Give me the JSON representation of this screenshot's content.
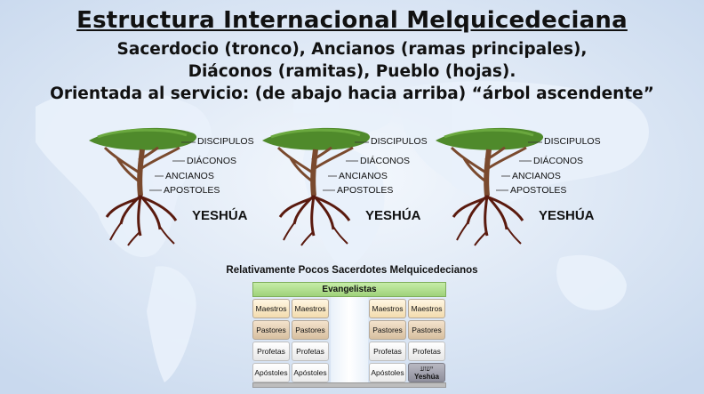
{
  "title": "Estructura Internacional Melquicedeciana",
  "subtitle_lines": [
    "Sacerdocio (tronco), Ancianos (ramas principales),",
    "Diáconos (ramitas), Pueblo (hojas).",
    "Orientada al servicio: (de abajo hacia arriba) “árbol ascendente”"
  ],
  "trees": [
    {
      "discipulos": "DISCIPULOS",
      "diaconos": "DIÁCONOS",
      "ancianos": "ANCIANOS",
      "apostoles": "APOSTOLES",
      "root": "YESHÚA"
    },
    {
      "discipulos": "DISCIPULOS",
      "diaconos": "DIÁCONOS",
      "ancianos": "ANCIANOS",
      "apostoles": "APOSTOLES",
      "root": "YESHÚA"
    },
    {
      "discipulos": "DISCIPULOS",
      "diaconos": "DIÁCONOS",
      "ancianos": "ANCIANOS",
      "apostoles": "APOSTOLES",
      "root": "YESHÚA"
    }
  ],
  "structure": {
    "caption": "Relativamente Pocos Sacerdotes Melquicedecianos",
    "top": "Evangelistas",
    "rows": [
      [
        "Maestros",
        "Maestros",
        "Maestros",
        "Maestros"
      ],
      [
        "Pastores",
        "Pastores",
        "Pastores",
        "Pastores"
      ],
      [
        "Profetas",
        "Profetas",
        "Profetas",
        "Profetas"
      ],
      [
        "Apóstoles",
        "Apóstoles",
        "Apóstoles"
      ]
    ],
    "corner_hebrew": "ישוע",
    "corner_label": "Yeshúa"
  },
  "colors": {
    "foliage": "#4f8a2b",
    "trunk": "#7a4a2e",
    "roots": "#5a1a0e",
    "evangelistas": "#a8d888"
  }
}
